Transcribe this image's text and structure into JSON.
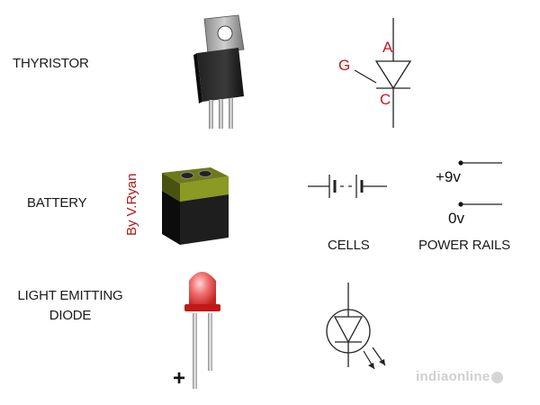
{
  "components": [
    {
      "label": "THYRISTOR"
    },
    {
      "label": "BATTERY"
    },
    {
      "label_line1": "LIGHT EMITTING",
      "label_line2": "DIODE"
    }
  ],
  "thyristor_symbol": {
    "anode": "A",
    "gate": "G",
    "cathode": "C",
    "color": "#c21a1a"
  },
  "symbol_captions": {
    "cells": "CELLS",
    "power_rails": "POWER RAILS"
  },
  "power_rails": {
    "top": "+9v",
    "bottom": "0v"
  },
  "led_photo": {
    "polarity": "+"
  },
  "credit": "By V.Ryan",
  "watermark": "indiaonline",
  "icons": [
    "thyristor-package-icon",
    "battery-photo-icon",
    "led-photo-icon",
    "thyristor-symbol-icon",
    "cells-symbol-icon",
    "power-rails-symbol-icon",
    "led-symbol-icon"
  ]
}
